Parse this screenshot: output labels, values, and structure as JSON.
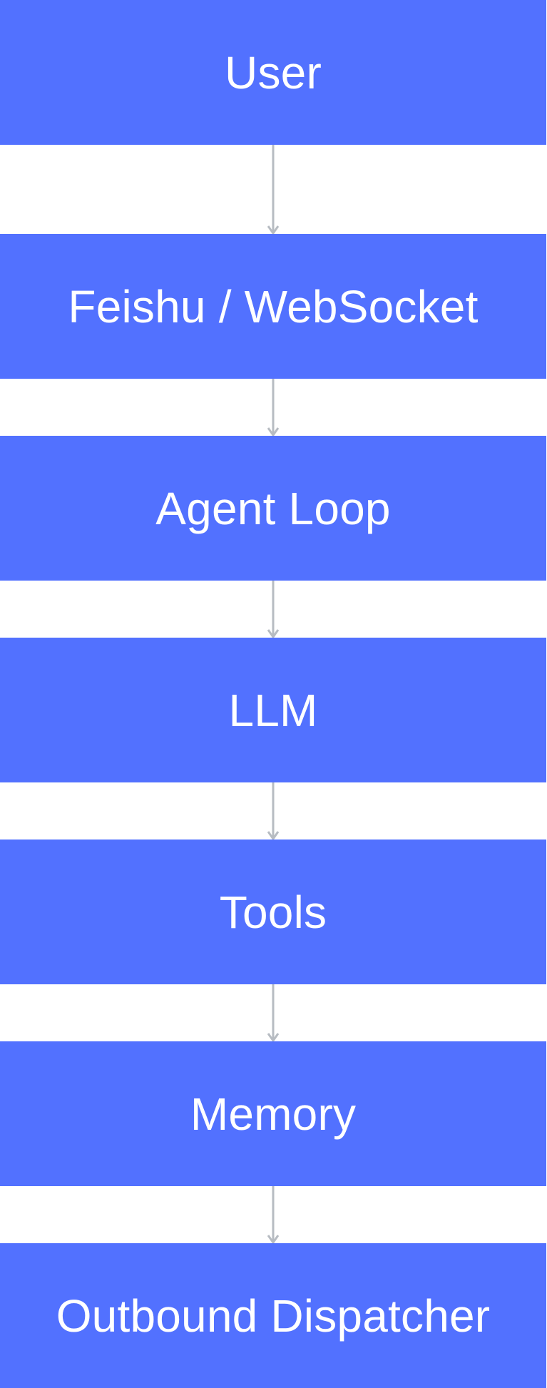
{
  "diagram": {
    "nodes": [
      {
        "label": "User"
      },
      {
        "label": "Feishu / WebSocket"
      },
      {
        "label": "Agent Loop"
      },
      {
        "label": "LLM"
      },
      {
        "label": "Tools"
      },
      {
        "label": "Memory"
      },
      {
        "label": "Outbound Dispatcher"
      }
    ],
    "colors": {
      "node_fill": "#5271ff",
      "node_text": "#ffffff",
      "arrow": "#b7bcc2",
      "background": "#ffffff"
    }
  }
}
